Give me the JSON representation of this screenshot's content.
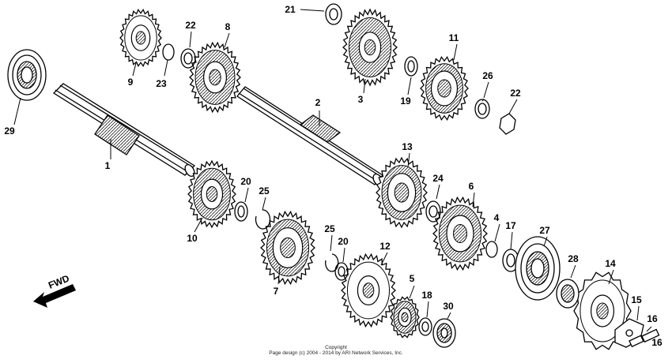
{
  "part_labels": [
    "1",
    "2",
    "3",
    "4",
    "5",
    "6",
    "7",
    "8",
    "9",
    "10",
    "11",
    "12",
    "13",
    "14",
    "15",
    "16",
    "16",
    "17",
    "18",
    "19",
    "20",
    "20",
    "21",
    "22",
    "22",
    "23",
    "24",
    "25",
    "25",
    "26",
    "27",
    "28",
    "29",
    "30"
  ],
  "direction_label": "FWD",
  "copyright": {
    "line1": "Copyright",
    "line2": "Page design (c) 2004 - 2014 by ARI Network Services, Inc."
  },
  "colors": {
    "ink": "#000000",
    "paper": "#ffffff",
    "shade": "#bdbdbd"
  }
}
